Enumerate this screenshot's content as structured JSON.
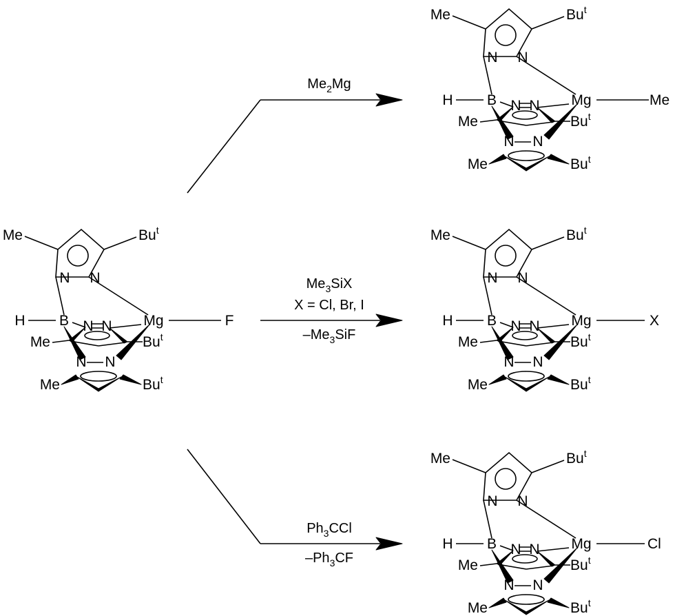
{
  "labels": {
    "me": "Me",
    "bu": "Bu",
    "t": "t",
    "n": "N",
    "b": "B",
    "h": "H",
    "mg": "Mg",
    "dash": "–",
    "three": "3",
    "two": "2"
  },
  "reactant": {
    "ligand": "F"
  },
  "products": [
    {
      "ligand": "Me"
    },
    {
      "ligand": "X"
    },
    {
      "ligand": "Cl"
    }
  ],
  "conditions": {
    "top": {
      "reagent_prefix": "Me",
      "reagent_sub": "2",
      "reagent_suffix": "Mg"
    },
    "middle": {
      "reagent_prefix": "Me",
      "reagent_sub": "3",
      "reagent_suffix": "SiX",
      "halides": "X = Cl, Br, I",
      "byproduct_prefix": "–Me",
      "byproduct_sub": "3",
      "byproduct_suffix": "SiF"
    },
    "bottom": {
      "reagent_prefix": "Ph",
      "reagent_sub": "3",
      "reagent_suffix": "CCl",
      "byproduct_prefix": "–Ph",
      "byproduct_sub": "3",
      "byproduct_suffix": "CF"
    }
  }
}
